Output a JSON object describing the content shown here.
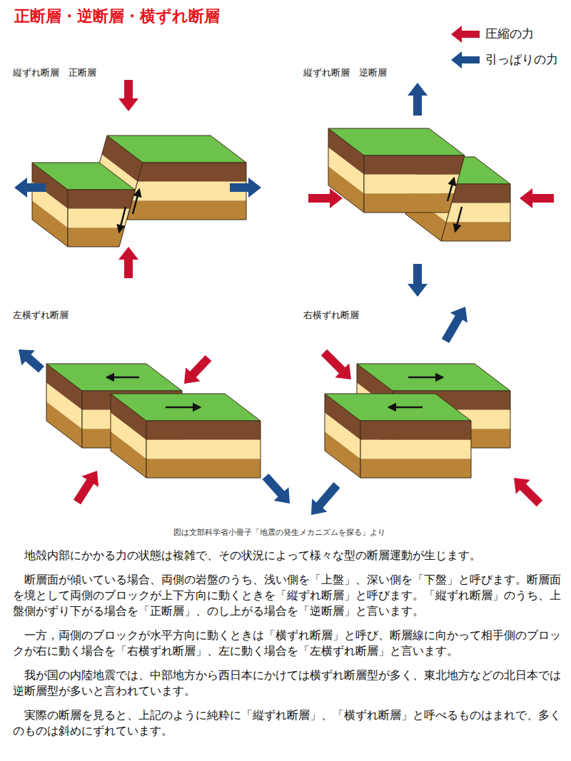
{
  "diagram": {
    "title": "正断層・逆断層・横ずれ断層",
    "caption": "図は文部科学省小冊子「地震の発生メカニズムを探る」より",
    "labels": [
      "縦ずれ断層　正断層",
      "縦ずれ断層　逆断層",
      "左横ずれ断層",
      "右横ずれ断層",
      "地殻内部にかかる力の状態は複雑で、その状況によって様々な型の断層運動が生じます。",
      "断層面が傾いている場合、両側の岩盤のうち、浅い側を「上盤」、深い側を「下盤」と呼びます。断層面を境として両側のブロックが上下方向に動くときを「縦ずれ断層」と呼びます。「縦ずれ断層」のうち、上盤側がずり下がる場合を「正断層」、のし上がる場合を「逆断層」と言います。",
      "一方，両側のブロックが水平方向に動くときは「横ずれ断層」と呼び、断層線に向かって相手側のブロックが右に動く場合を「右横ずれ断層」、左に動く場合を「左横ずれ断層」と言います。",
      "我が国の内陸地震では、中部地方から西日本にかけては横ずれ断層型が多く、東北地方などの北日本では逆断層型が多いと言われています。",
      "実際の断層を見ると、上記のように純粋に「縦ずれ断層」、「横ずれ断層」と呼べるものはまれで、多くのものは斜めにずれています。"
    ],
    "legend": [
      {
        "text": "圧縮の力",
        "color": "#c8102e"
      },
      {
        "text": "引っぱりの力",
        "color": "#1f4e8c"
      }
    ]
  }
}
